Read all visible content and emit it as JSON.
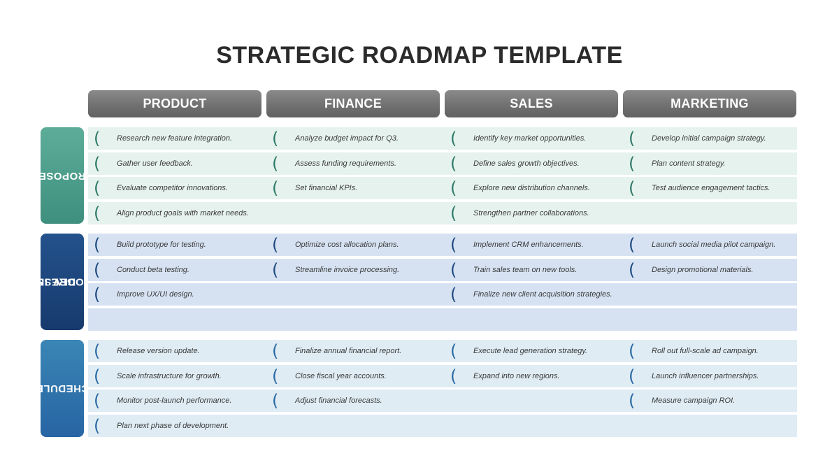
{
  "title": "STRATEGIC ROADMAP TEMPLATE",
  "columns": [
    "PRODUCT",
    "FINANCE",
    "SALES",
    "MARKETING"
  ],
  "groups": [
    {
      "label_lines": [
        "PROPOSED"
      ],
      "color": "#4a9e8a",
      "rows": [
        [
          "Research new feature integration.",
          "Analyze budget impact for Q3.",
          "Identify key market opportunities.",
          "Develop initial campaign strategy."
        ],
        [
          "Gather user feedback.",
          "Assess funding requirements.",
          "Define sales growth objectives.",
          "Plan content strategy."
        ],
        [
          "Evaluate competitor innovations.",
          "Set financial KPIs.",
          "Explore new distribution channels.",
          "Test audience engagement tactics."
        ],
        [
          "Align product goals with market needs.",
          "",
          "Strengthen partner collaborations.",
          ""
        ]
      ]
    },
    {
      "label_lines": [
        "DEV. IN",
        "PROGRESS"
      ],
      "color": "#1e477c",
      "rows": [
        [
          "Build prototype for testing.",
          "Optimize cost allocation plans.",
          "Implement CRM enhancements.",
          "Launch social media pilot campaign."
        ],
        [
          "Conduct beta testing.",
          "Streamline invoice processing.",
          "Train sales team on new tools.",
          "Design promotional materials."
        ],
        [
          "Improve UX/UI design.",
          "",
          "Finalize new client acquisition strategies.",
          ""
        ],
        [
          "",
          "",
          "",
          ""
        ]
      ]
    },
    {
      "label_lines": [
        "SCHEDULED"
      ],
      "color": "#3076ad",
      "rows": [
        [
          "Release version update.",
          "Finalize annual financial report.",
          "Execute lead generation strategy.",
          "Roll out full-scale ad campaign."
        ],
        [
          "Scale infrastructure for growth.",
          "Close fiscal year accounts.",
          "Expand into new regions.",
          "Launch influencer partnerships."
        ],
        [
          "Monitor post-launch performance.",
          "Adjust financial forecasts.",
          "",
          "Measure campaign ROI."
        ],
        [
          "Plan next phase of development.",
          "",
          "",
          ""
        ]
      ]
    }
  ],
  "bracket_glyph": "("
}
